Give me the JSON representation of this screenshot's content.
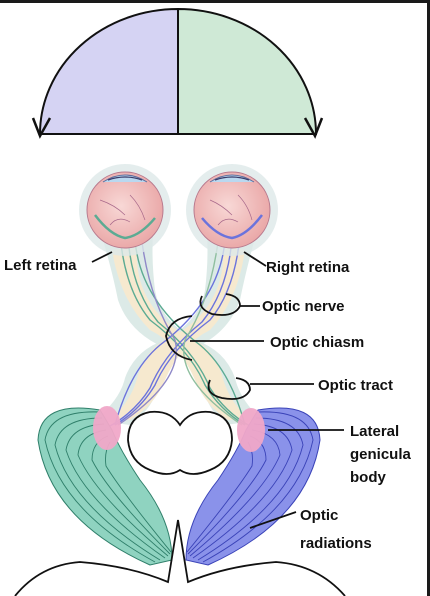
{
  "labels": {
    "left_retina": "Left retina",
    "right_retina": "Right retina",
    "optic_nerve": "Optic nerve",
    "optic_chiasm": "Optic chiasm",
    "optic_tract": "Optic tract",
    "lateral_geniculate_line1": "Lateral",
    "lateral_geniculate_line2": "genicula",
    "lateral_geniculate_line3": "body",
    "optic_radiations_line1": "Optic",
    "optic_radiations_line2": "radiations"
  },
  "colors": {
    "left_visual_field": "#d5d3f3",
    "right_visual_field": "#cfe9d6",
    "left_pathway": "#5cab93",
    "right_pathway": "#6b73dc",
    "geniculate": "#f0a8c8",
    "nerve_sheath": "#d8e8e4",
    "nerve_core": "#f6e9cf",
    "eyeball": "#f3c4c2"
  }
}
